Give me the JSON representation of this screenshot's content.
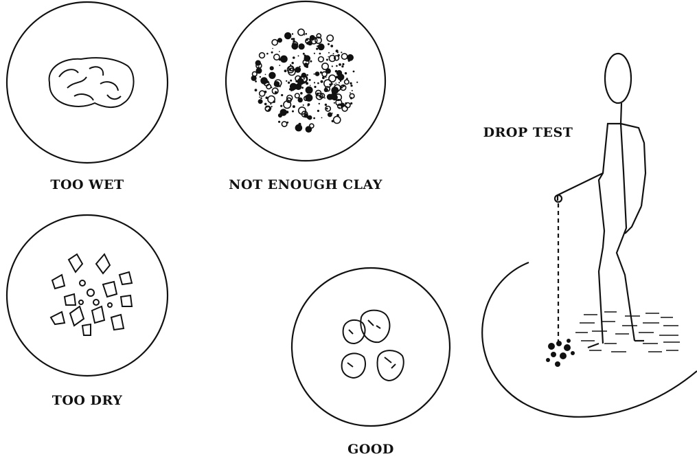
{
  "labels": {
    "too_wet": "TOO WET",
    "not_enough_clay": "NOT ENOUGH CLAY",
    "too_dry": "TOO DRY",
    "good": "GOOD",
    "drop_test": "DROP TEST"
  },
  "colors": {
    "ink": "#111111",
    "background": "#ffffff"
  }
}
